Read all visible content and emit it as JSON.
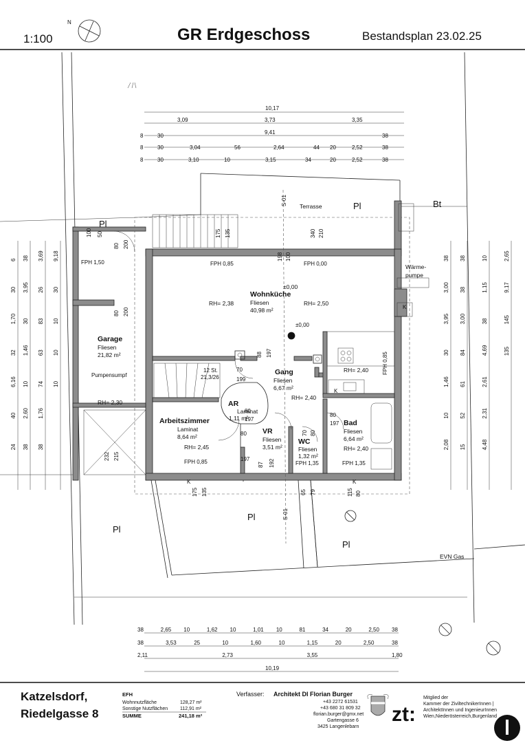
{
  "header": {
    "scale": "1:100",
    "north": "N",
    "title": "GR Erdgeschoss",
    "subtitle": "Bestandsplan 23.02.25"
  },
  "top_dims": {
    "row1": [
      "10,17"
    ],
    "row2": [
      "3,09",
      "3,73",
      "3,35"
    ],
    "row3": [
      "8",
      "30",
      "9,41",
      "38"
    ],
    "row4": [
      "8",
      "30",
      "3,04",
      "56",
      "2,64",
      "44",
      "20",
      "2,52",
      "38"
    ],
    "row5": [
      "8",
      "30",
      "3,10",
      "10",
      "3,15",
      "34",
      "20",
      "2,52",
      "38"
    ]
  },
  "bottom_dims": {
    "row1": [
      "38",
      "2,65",
      "10",
      "1,62",
      "10",
      "1,01",
      "10",
      "81",
      "34",
      "20",
      "2,50",
      "38"
    ],
    "row2": [
      "38",
      "3,53",
      "25",
      "10",
      "1,60",
      "10",
      "1,15",
      "20",
      "2,50",
      "38"
    ],
    "row3": [
      "2,11",
      "2,73",
      "3,55",
      "1,80"
    ],
    "row4": [
      "10,19"
    ]
  },
  "left_dims": [
    "6",
    "30",
    "1,70",
    "32",
    "6,16",
    "40",
    "24",
    "38",
    "3,95",
    "30",
    "1,46",
    "10",
    "2,60",
    "38",
    "3,69",
    "26",
    "83",
    "63",
    "74",
    "1,76",
    "38",
    "9,18",
    "30",
    "10",
    "10",
    "10"
  ],
  "right_dims": [
    "38",
    "3,00",
    "3,95",
    "30",
    "1,46",
    "10",
    "2,08",
    "38",
    "38",
    "3,00",
    "84",
    "61",
    "52",
    "15",
    "10",
    "1,15",
    "38",
    "4,69",
    "2,61",
    "2,31",
    "4,48",
    "2,65",
    "9,17",
    "145",
    "135"
  ],
  "rooms": {
    "wohnkueche": {
      "name": "Wohnküche",
      "floor": "Fliesen",
      "area": "40,98 m²",
      "rh_left": "RH= 2,38",
      "rh_right": "RH= 2,50",
      "level": "±0,00",
      "fph_left": "FPH 0,85",
      "fph_right": "FPH 0,00"
    },
    "garage": {
      "name": "Garage",
      "floor": "Fliesen",
      "area": "21,82 m²",
      "pump": "Pumpensumpf",
      "rh": "RH= 2,30",
      "fph": "FPH 1,50"
    },
    "gang": {
      "name": "Gang",
      "floor": "Fliesen",
      "area": "6,67 m²",
      "rh": "RH= 2,40",
      "fph": "FPH 0,85"
    },
    "ar": {
      "name": "AR",
      "floor": "Laminat",
      "area": "1,11 m²"
    },
    "arbeitszimmer": {
      "name": "Arbeitszimmer",
      "floor": "Laminat",
      "area": "8,64 m²",
      "rh": "RH= 2,45",
      "fph": "FPH 0,85"
    },
    "vr": {
      "name": "VR",
      "floor": "Fliesen",
      "area": "3,51 m²"
    },
    "wc": {
      "name": "WC",
      "floor": "Fliesen",
      "area": "1,32 m²",
      "fph": "FPH 1,35"
    },
    "bad": {
      "name": "Bad",
      "floor": "Fliesen",
      "area": "6,64 m²",
      "rh": "RH= 2,40",
      "fph": "FPH 1,35"
    },
    "kitchen_rh": "RH= 2,40"
  },
  "stairs": {
    "steps": "12 St.",
    "ratio": "21,3/26"
  },
  "site": {
    "terrasse": "Terrasse",
    "pl": "Pl",
    "bt": "Bt",
    "waermepumpe_1": "Wärme-",
    "waermepumpe_2": "pumpe",
    "evn": "EVN Gas",
    "section": "S-01",
    "k": "K"
  },
  "plan_labels": [
    "100",
    "50",
    "80",
    "200",
    "80",
    "200",
    "175",
    "135",
    "340",
    "210",
    "198",
    "100",
    "70",
    "199",
    "88",
    "197",
    "80",
    "197",
    "80",
    "197",
    "80",
    "197",
    "70",
    "80",
    "87",
    "192",
    "65",
    "79",
    "115",
    "80",
    "232",
    "215",
    "175",
    "135"
  ],
  "footer": {
    "address_1": "Katzelsdorf,",
    "address_2": "Riedelgasse 8",
    "efh": "EFH",
    "wohn_label": "Wohnnutzfläche",
    "wohn_value": "128,27 m²",
    "sonst_label": "Sonstige Nutzflächen",
    "sonst_value": "112,91 m²",
    "summe_label": "SUMME",
    "summe_value": "241,18 m²",
    "verfasser_label": "Verfasser:",
    "verfasser_name": "Architekt DI Florian Burger",
    "phone_1": "+43 2272 61531",
    "phone_2": "+43 680 31 809 32",
    "email": "florian.burger@gmx.net",
    "street": "Gartengasse 6",
    "city": "3425 Langenlebarn",
    "zt_logo": "zt:",
    "member_1": "Mitglied der",
    "member_2": "Kammer der ZiviltechnikerInnen |",
    "member_3": "ArchitektInnen und IngenieurInnen",
    "member_4": "Wien,Niederösterreich,Burgenland"
  }
}
